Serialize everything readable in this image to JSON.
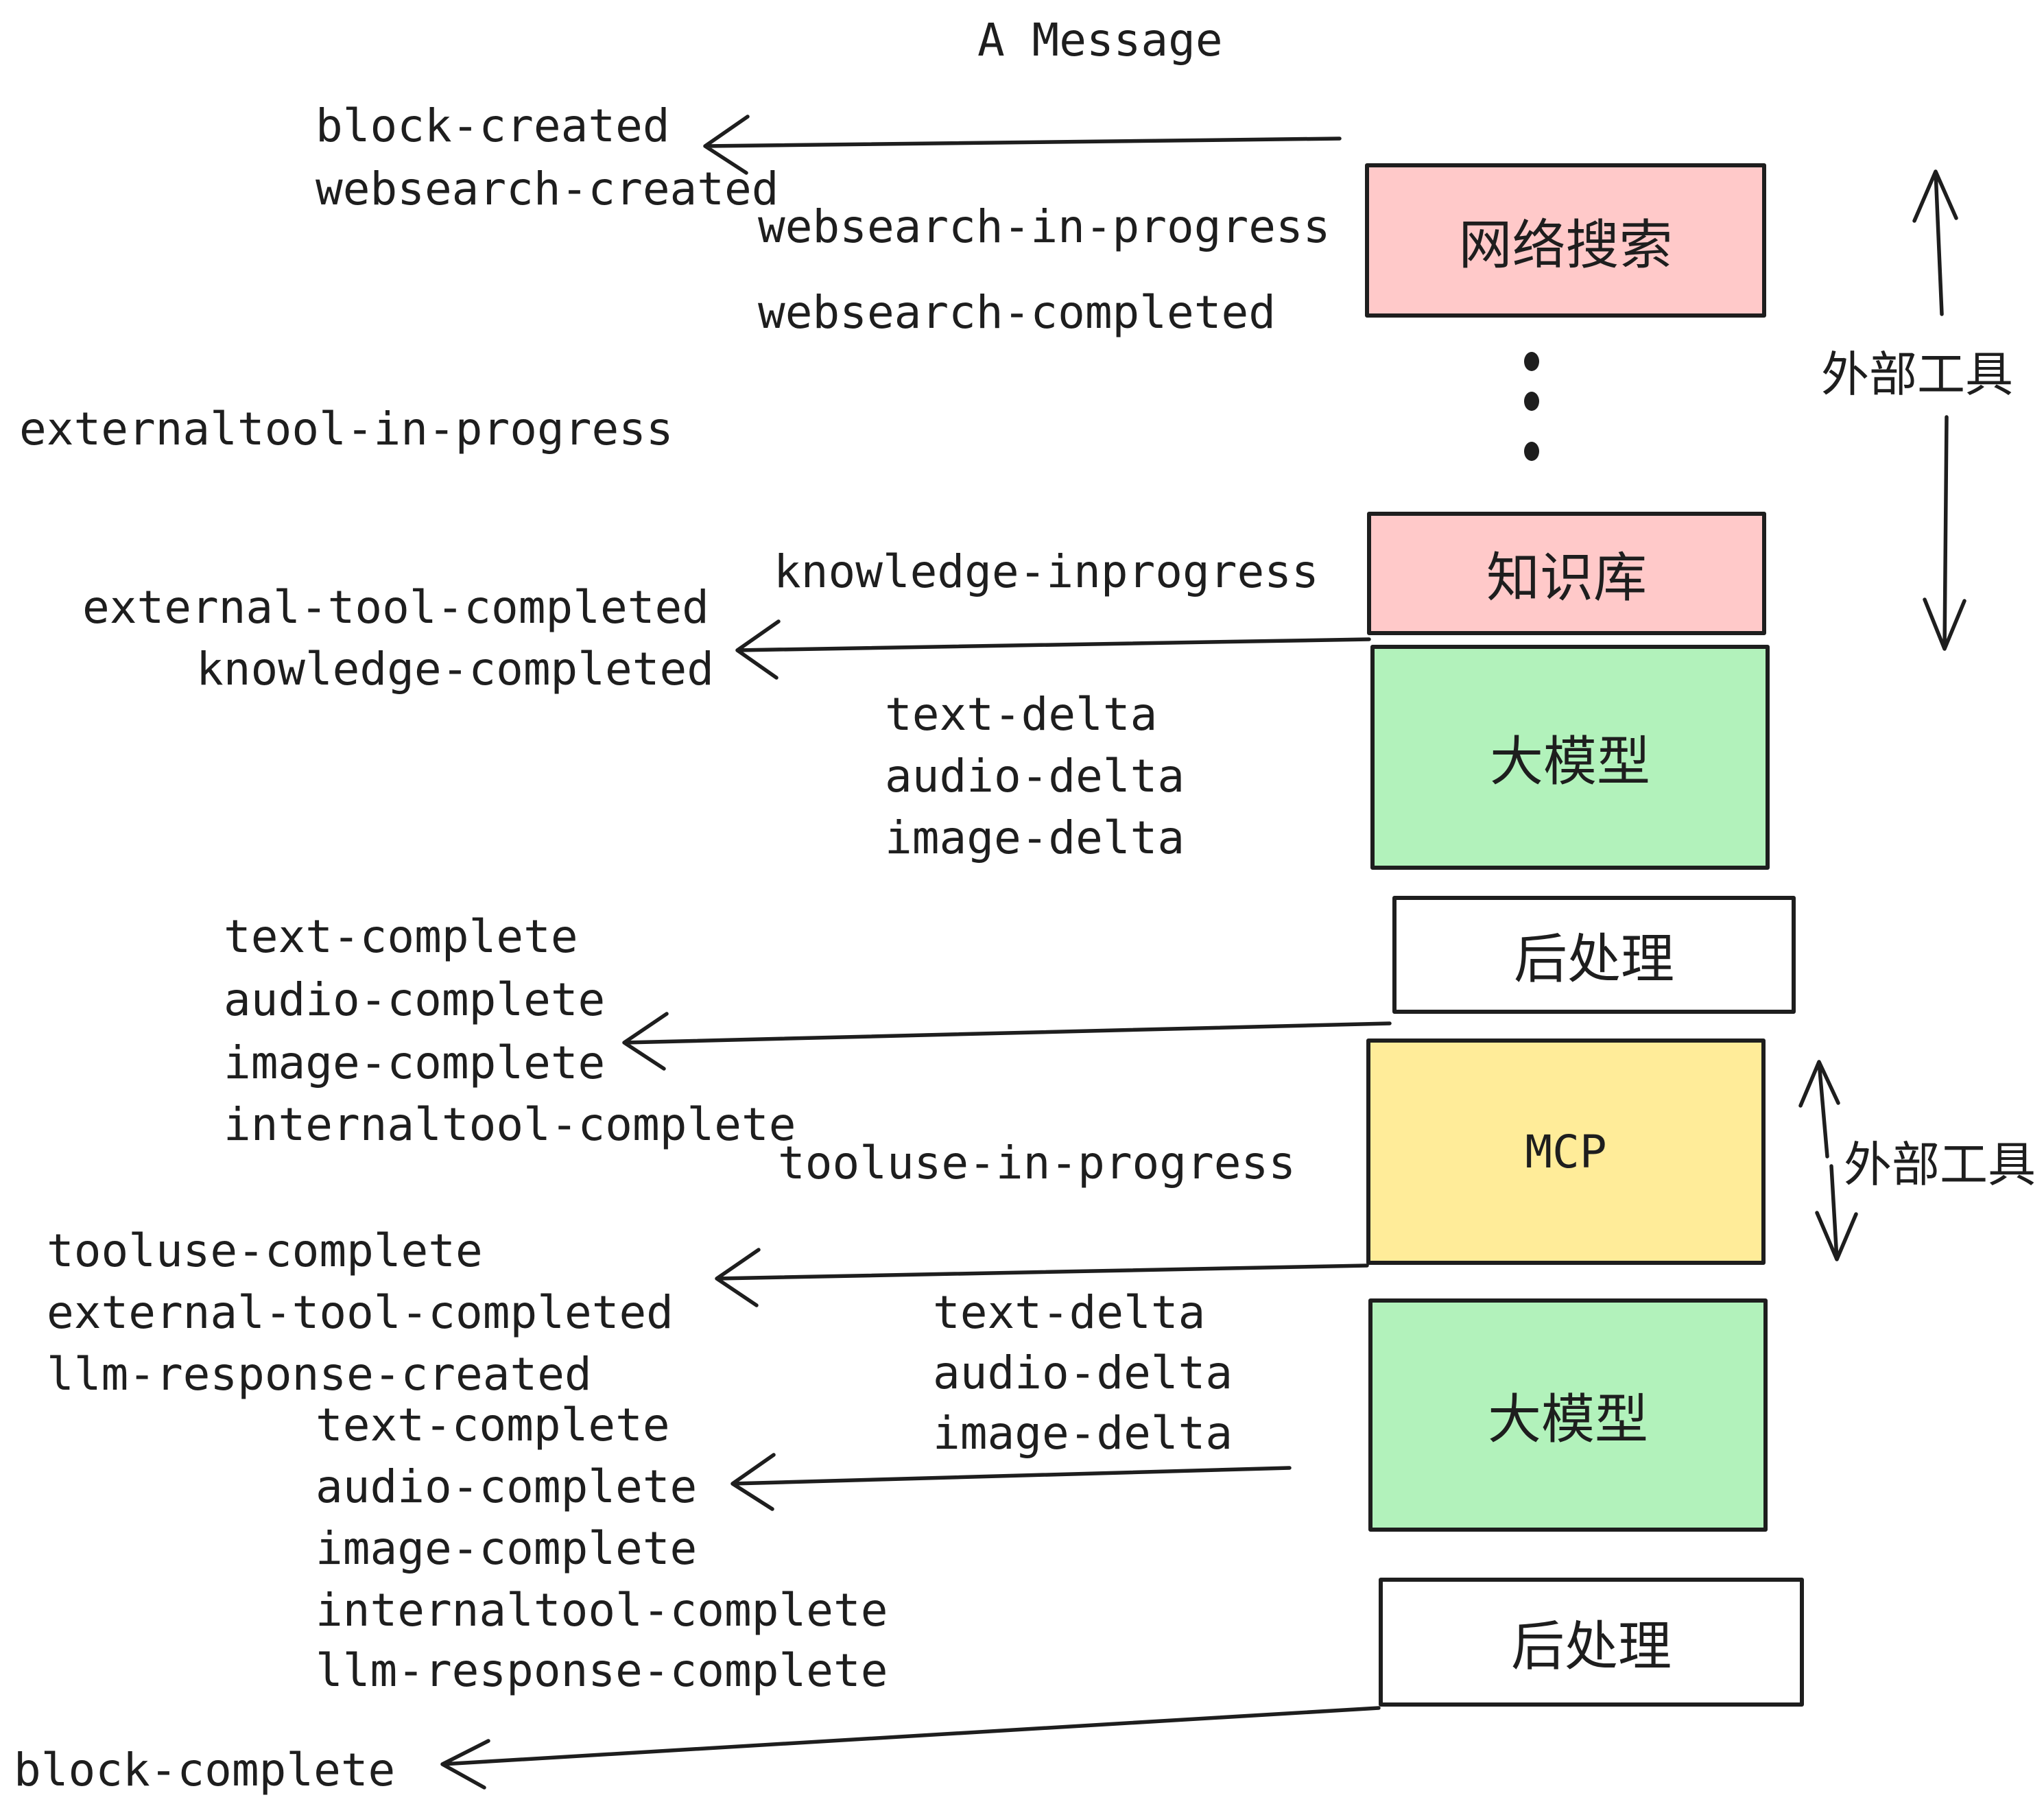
{
  "title": "A Message",
  "palette": {
    "pink": "#ffc9c9",
    "green": "#b2f2bb",
    "yellow": "#ffec99",
    "white": "#ffffff",
    "ink": "#1e1e1e"
  },
  "pipeline_boxes": [
    {
      "label": "网络搜索",
      "color": "#ffc9c9"
    },
    {
      "label": "知识库",
      "color": "#ffc9c9"
    },
    {
      "label": "大模型",
      "color": "#b2f2bb"
    },
    {
      "label": "后处理",
      "color": "#ffffff"
    },
    {
      "label": "MCP",
      "color": "#ffec99"
    },
    {
      "label": "大模型",
      "color": "#b2f2bb"
    },
    {
      "label": "后处理",
      "color": "#ffffff"
    }
  ],
  "side_annotations": {
    "upper": "外部工具",
    "lower": "外部工具"
  },
  "events": {
    "block_created": "block-created",
    "websearch_created": "websearch-created",
    "websearch_in_progress": "websearch-in-progress",
    "websearch_completed": "websearch-completed",
    "externaltool_in_progress": "externaltool-in-progress",
    "knowledge_inprogress": "knowledge-inprogress",
    "external_tool_completed": "external-tool-completed",
    "knowledge_completed": "knowledge-completed",
    "text_delta_1": "text-delta",
    "audio_delta_1": "audio-delta",
    "image_delta_1": "image-delta",
    "text_complete_1": "text-complete",
    "audio_complete_1": "audio-complete",
    "image_complete_1": "image-complete",
    "internaltool_complete_1": "internaltool-complete",
    "tooluse_in_progress": "tooluse-in-progress",
    "tooluse_complete": "tooluse-complete",
    "external_tool_completed_2": "external-tool-completed",
    "llm_response_created": "llm-response-created",
    "text_delta_2": "text-delta",
    "audio_delta_2": "audio-delta",
    "image_delta_2": "image-delta",
    "text_complete_2": "text-complete",
    "audio_complete_2": "audio-complete",
    "image_complete_2": "image-complete",
    "internaltool_complete_2": "internaltool-complete",
    "llm_response_complete": "llm-response-complete",
    "block_complete": "block-complete"
  }
}
